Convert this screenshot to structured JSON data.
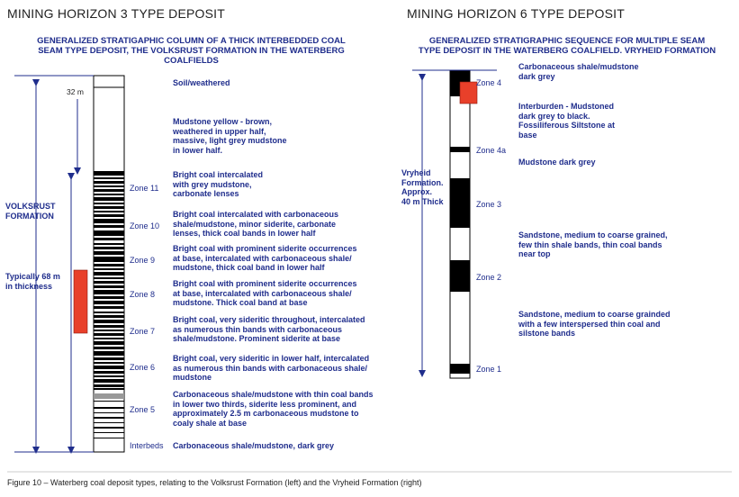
{
  "left": {
    "title": "MINING HORIZON 3 TYPE DEPOSIT",
    "subtitle": [
      "GENERALIZED STRATIGAPHIC COLUMN OF A THICK INTERBEDDED COAL",
      "SEAM TYPE DEPOSIT, THE VOLKSRUST FORMATION IN THE WATERBERG",
      "COALFIELDS"
    ],
    "depth_label": "32 m",
    "formation_label": [
      "VOLKSRUST",
      "FORMATION"
    ],
    "thickness_label": [
      "Typically 68 m",
      "in thickness"
    ],
    "zones": [
      "Zone 11",
      "Zone 10",
      "Zone 9",
      "Zone 8",
      "Zone 7",
      "Zone 6",
      "Zone 5",
      "Interbeds"
    ],
    "descriptions": [
      [
        "Soil/weathered"
      ],
      [
        "Mudstone yellow - brown,",
        "weathered in upper half,",
        "massive, light grey mudstone",
        "in lower half."
      ],
      [
        "Bright coal intercalated",
        "with grey mudstone,",
        "carbonate lenses"
      ],
      [
        "Bright coal intercalated with carbonaceous",
        "shale/mudstone, minor siderite, carbonate",
        "lenses, thick coal bands in lower half"
      ],
      [
        "Bright coal with prominent siderite occurrences",
        "at base, intercalated with carbonaceous shale/",
        "mudstone, thick coal band in lower half"
      ],
      [
        "Bright coal with prominent siderite occurrences",
        "at base, intercalated with carbonaceous shale/",
        "mudstone. Thick coal band at base"
      ],
      [
        "Bright coal, very sideritic throughout, intercalated",
        "as numerous thin bands with carbonaceous",
        "shale/mudstone. Prominent siderite at base"
      ],
      [
        "Bright coal, very sideritic in lower half, intercalated",
        "as numerous thin bands with carbonaceous shale/",
        "mudstone"
      ],
      [
        "Carbonaceous shale/mudstone with thin coal bands",
        "in lower two thirds, siderite less prominent, and",
        "approximately 2.5 m carbonaceous mudstone to",
        "coaly shale at base"
      ],
      [
        "Carbonaceous shale/mudstone, dark grey"
      ]
    ]
  },
  "right": {
    "title": "MINING HORIZON 6 TYPE DEPOSIT",
    "subtitle": [
      "GENERALIZED STRATIGRAPHIC SEQUENCE FOR MULTIPLE SEAM",
      "TYPE DEPOSIT IN THE WATERBERG COALFIELD. VRYHEID FORMATION"
    ],
    "formation_label": [
      "Vryheid",
      "Formation.",
      "Approx.",
      "40 m Thick"
    ],
    "zones": [
      "Zone 4",
      "Zone 4a",
      "Zone 3",
      "Zone 2",
      "Zone 1"
    ],
    "descriptions": [
      [
        "Carbonaceous shale/mudstone",
        "dark grey"
      ],
      [
        "Interburden - Mudstoned",
        "dark grey to black.",
        "Fossiliferous Siltstone at",
        "base"
      ],
      [
        "Mudstone dark grey"
      ],
      [
        "Sandstone, medium to coarse grained,",
        "few thin shale bands, thin coal bands",
        "near top"
      ],
      [
        "Sandstone, medium to coarse grainded",
        "with a few interspersed thin coal and",
        "silstone bands"
      ]
    ]
  },
  "caption": "Figure 10 – Waterberg coal deposit types, relating to the Volksrust Formation (left) and the Vryheid Formation (right)",
  "colors": {
    "accent_blue": "#1f2d8c",
    "highlight_red": "#e8402a",
    "coal": "#000000"
  }
}
